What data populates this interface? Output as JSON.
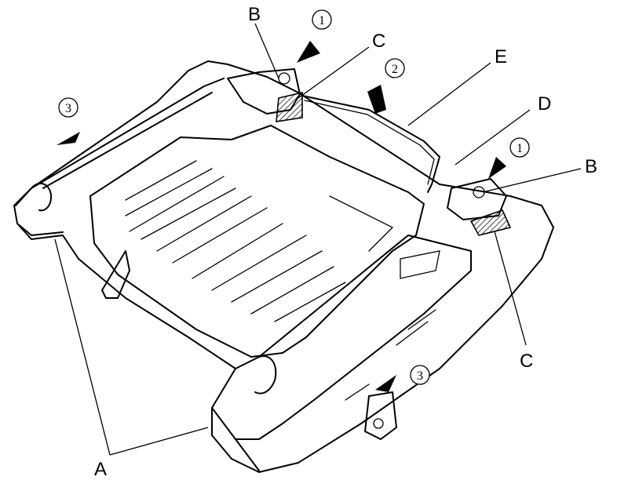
{
  "labels": {
    "A": "A",
    "B_top": "B",
    "B_right": "B",
    "C_top": "C",
    "C_bottom": "C",
    "D": "D",
    "E": "E"
  },
  "step_markers": {
    "top_b": "1",
    "right_b": "1",
    "harness": "2",
    "left_rail": "3",
    "front_rail": "3"
  },
  "icons": {
    "direction": "arrow-icon",
    "hatch": "hatched-bracket"
  }
}
